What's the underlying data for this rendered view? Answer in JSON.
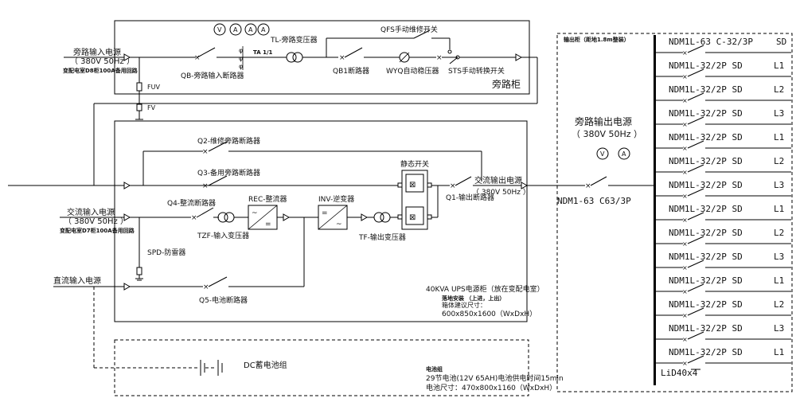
{
  "bypass_input": {
    "title": "旁路输入电源",
    "voltage": "（ 380V 50Hz ）",
    "note": "变配电室D8柜100A备用回路"
  },
  "meters_top": [
    "V",
    "A",
    "A",
    "A"
  ],
  "bypass_cabinet": {
    "qb": "QB-旁路输入断路器",
    "tl": "TL-旁路变压器",
    "qfs": "QFS手动维修开关",
    "qb1": "QB1断路器",
    "wyq": "WYQ自动稳压器",
    "sts": "STS手动转换开关",
    "name": "旁路柜",
    "fuv": "FUV",
    "fv": "FV",
    "tiny_ct": "TA 1/1"
  },
  "ups": {
    "q2": "Q2-维修旁路断路器",
    "q3": "Q3-备用旁路断路器",
    "static_switch": "静态开关",
    "ac_out_title": "交流输出电源",
    "ac_out_voltage": "（ 380V 50Hz ）",
    "q1": "Q1-输出断路器",
    "q4": "Q4-整流断路器",
    "rec": "REC-整流器",
    "inv": "INV-逆变器",
    "tzf": "TZF-输入变压器",
    "tf": "TF-输出变压器",
    "spd": "SPD-防雷器",
    "q5": "Q5-电池断路器",
    "cabinet_title": "40KVA UPS电源柜（放在变配电室）",
    "install": "落地安装  （上进，上出）",
    "size_label": "箱体建议尺寸：",
    "size": "600x850x1600（WxDxH）"
  },
  "ac_input": {
    "title": "交流输入电源",
    "voltage": "（ 380V 50Hz ）",
    "note": "变配电室D7柜100A备用回路"
  },
  "dc_input": {
    "title": "直流输入电源"
  },
  "battery": {
    "name": "DC蓄电池组",
    "title": "电池组",
    "spec": "29节电池(12V 65AH)电池供电时间15min",
    "size": "电池尺寸：470x800x1160（WxDxH）"
  },
  "bypass_output": {
    "title": "旁路输出电源",
    "voltage": "（ 380V 50Hz ）",
    "meters": [
      "V",
      "A"
    ],
    "breaker": "NDM1-63 C63/3P"
  },
  "dist_panel": {
    "header": "输出柜（距地1.8m整装）",
    "busbar": "LiD40x4",
    "breakers": [
      {
        "model": "NDM1L-63 C-32/3P",
        "phase": "SD"
      },
      {
        "model": "NDM1L-32/2P SD",
        "phase": "L1"
      },
      {
        "model": "NDM1L-32/2P SD",
        "phase": "L2"
      },
      {
        "model": "NDM1L-32/2P SD",
        "phase": "L3"
      },
      {
        "model": "NDM1L-32/2P SD",
        "phase": "L1"
      },
      {
        "model": "NDM1L-32/2P SD",
        "phase": "L2"
      },
      {
        "model": "NDM1L-32/2P SD",
        "phase": "L3"
      },
      {
        "model": "NDM1L-32/2P SD",
        "phase": "L1"
      },
      {
        "model": "NDM1L-32/2P SD",
        "phase": "L2"
      },
      {
        "model": "NDM1L-32/2P SD",
        "phase": "L3"
      },
      {
        "model": "NDM1L-32/2P SD",
        "phase": "L1"
      },
      {
        "model": "NDM1L-32/2P SD",
        "phase": "L2"
      },
      {
        "model": "NDM1L-32/2P SD",
        "phase": "L3"
      },
      {
        "model": "NDM1L-32/2P SD",
        "phase": "L1"
      }
    ]
  }
}
